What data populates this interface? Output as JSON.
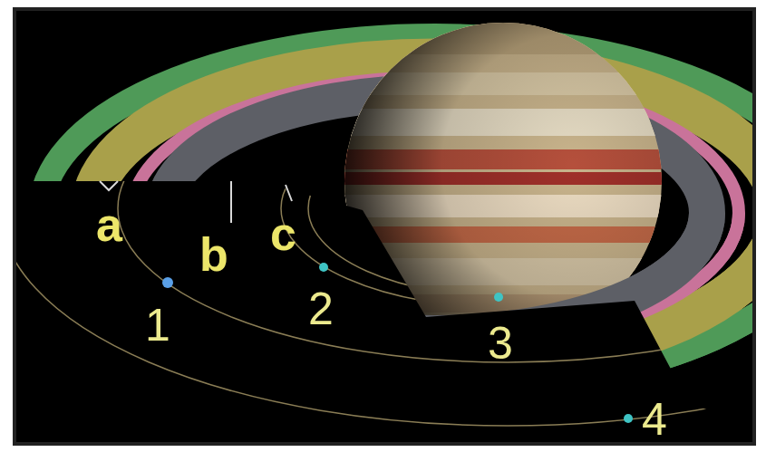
{
  "diagram": {
    "labels": [
      "a",
      "b",
      "c",
      "1",
      "2",
      "3",
      "4"
    ]
  }
}
